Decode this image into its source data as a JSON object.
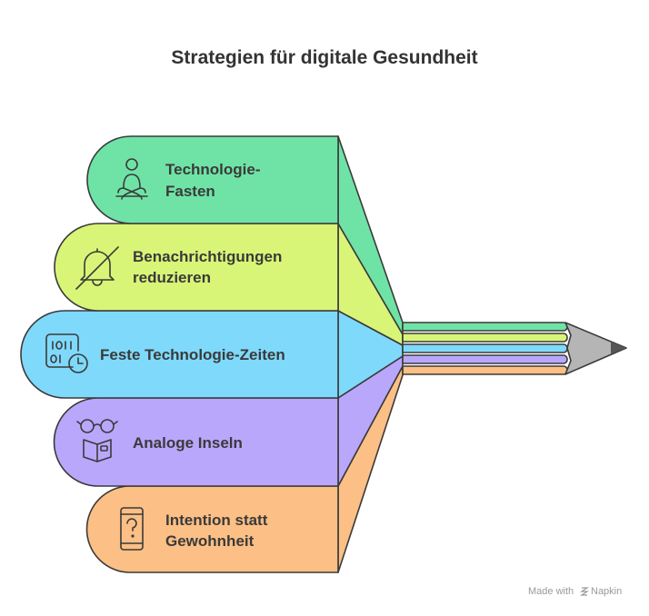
{
  "title": "Strategien für digitale Gesundheit",
  "items": [
    {
      "line1": "Technologie-",
      "line2": "Fasten",
      "icon": "meditation-person-icon",
      "color": "#6fe3a6"
    },
    {
      "line1": "Benachrichtigungen",
      "line2": "reduzieren",
      "icon": "bell-off-icon",
      "color": "#d8f577"
    },
    {
      "line1": "Feste Technologie-Zeiten",
      "line2": "",
      "icon": "binary-clock-icon",
      "color": "#7fd9fb"
    },
    {
      "line1": "Analoge Inseln",
      "line2": "",
      "icon": "reading-book-icon",
      "color": "#b9a7fb"
    },
    {
      "line1": "Intention statt",
      "line2": "Gewohnheit",
      "icon": "phone-question-icon",
      "color": "#fcbf85"
    }
  ],
  "footer": {
    "made_with": "Made with",
    "brand": "Napkin"
  }
}
